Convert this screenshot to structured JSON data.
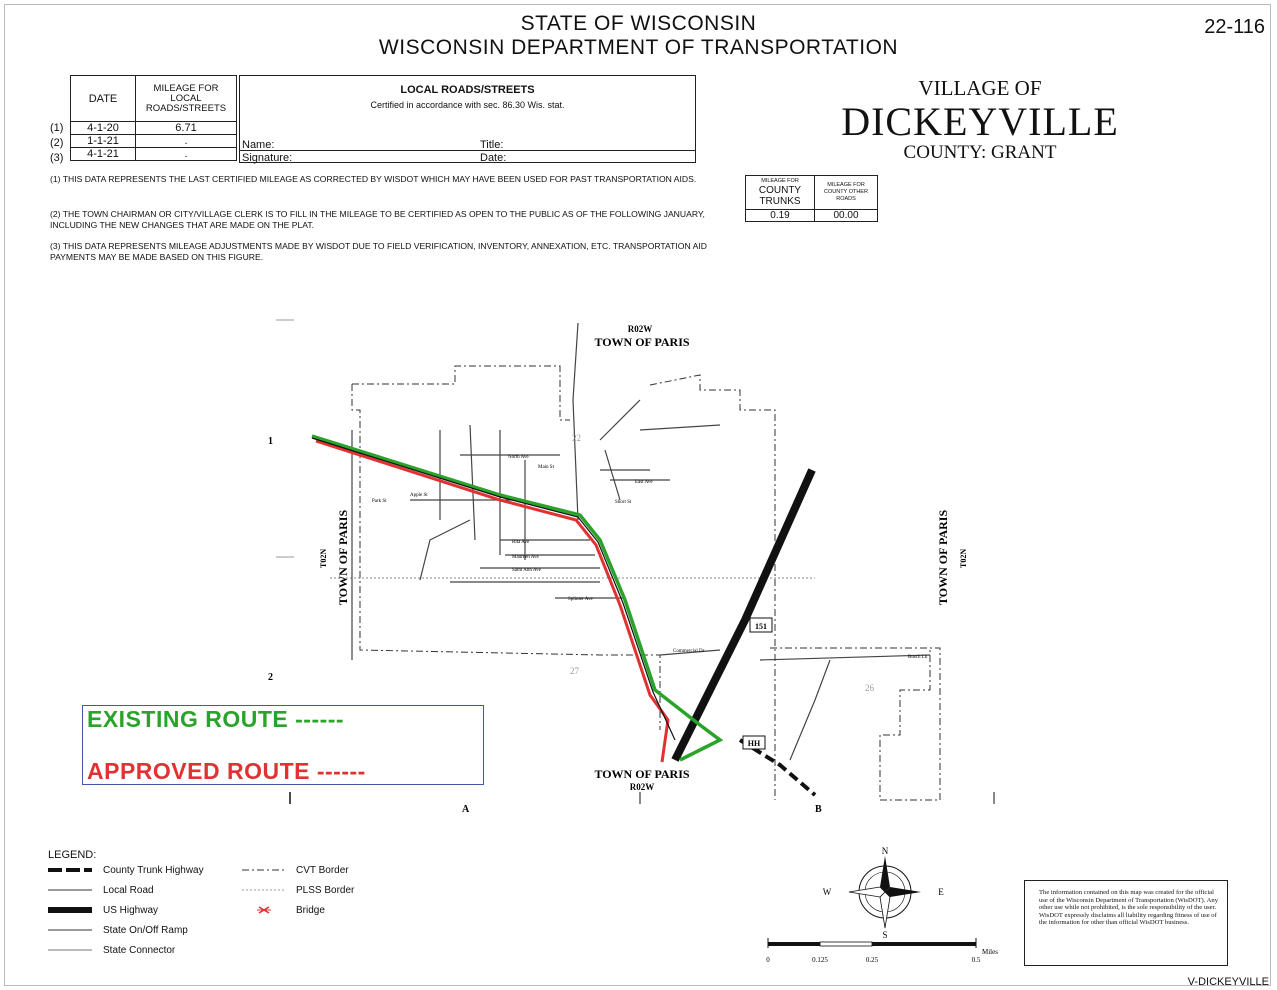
{
  "header": {
    "line1": "STATE OF WISCONSIN",
    "line2": "WISCONSIN DEPARTMENT OF TRANSPORTATION",
    "sheet_number": "22-116"
  },
  "municipality": {
    "prefix": "VILLAGE OF",
    "name": "DICKEYVILLE",
    "county": "COUNTY: GRANT"
  },
  "mileage_table": {
    "col_date": "DATE",
    "col_mileage": "MILEAGE FOR LOCAL ROADS/STREETS",
    "rows": [
      {
        "num": "(1)",
        "date": "4-1-20",
        "mileage": "6.71"
      },
      {
        "num": "(2)",
        "date": "1-1-21",
        "mileage": "."
      },
      {
        "num": "(3)",
        "date": "4-1-21",
        "mileage": "."
      }
    ]
  },
  "certification": {
    "title": "LOCAL ROADS/STREETS",
    "subtitle": "Certified in accordance with sec. 86.30 Wis. stat.",
    "name_label": "Name:",
    "title_label": "Title:",
    "signature_label": "Signature:",
    "date_label": "Date:"
  },
  "notes": [
    "(1) THIS DATA REPRESENTS THE LAST CERTIFIED MILEAGE AS CORRECTED BY WISDOT WHICH MAY HAVE BEEN USED FOR PAST TRANSPORTATION AIDS.",
    "(2) THE TOWN CHAIRMAN OR CITY/VILLAGE CLERK IS TO FILL IN THE MILEAGE TO BE CERTIFIED AS OPEN TO THE PUBLIC AS OF THE FOLLOWING JANUARY, INCLUDING THE NEW CHANGES THAT ARE MADE ON THE PLAT.",
    "(3) THIS DATA REPRESENTS MILEAGE ADJUSTMENTS MADE BY WISDOT DUE TO FIELD VERIFICATION, INVENTORY, ANNEXATION, ETC. TRANSPORTATION AID PAYMENTS MAY BE MADE BASED ON THIS FIGURE."
  ],
  "county_table": {
    "col1": "MILEAGE FOR",
    "col1b": "COUNTY TRUNKS",
    "col2": "MILEAGE FOR COUNTY OTHER ROADS",
    "val1": "0.19",
    "val2": "00.00"
  },
  "map": {
    "range_top": "R02W",
    "town_top": "TOWN OF PARIS",
    "range_bottom": "R02W",
    "town_bottom": "TOWN OF PARIS",
    "town_left": "TOWN OF PARIS",
    "township_left": "T02N",
    "town_right": "TOWN OF PARIS",
    "township_right": "T02N",
    "row1": "1",
    "row2": "2",
    "colA": "A",
    "colB": "B",
    "sections": [
      "22",
      "27",
      "26"
    ],
    "shields": {
      "us": "151",
      "county": "HH"
    },
    "streets": [
      "North Ave",
      "Main St",
      "East Ave",
      "Park St",
      "Apple St",
      "Rita Ave",
      "Maureen Ave",
      "Saint Ann Ave",
      "Splinter Ave",
      "Commercial Dr",
      "Busch Ln",
      "Short St"
    ],
    "route_colors": {
      "existing": "#2aa32a",
      "approved": "#e03232"
    }
  },
  "routes": {
    "existing": "EXISTING ROUTE ------",
    "approved": "APPROVED ROUTE ------"
  },
  "legend": {
    "title": "LEGEND:",
    "items": [
      {
        "label": "County Trunk Highway",
        "icon": "county-trunk-line"
      },
      {
        "label": "Local Road",
        "icon": "local-road-line"
      },
      {
        "label": "US Highway",
        "icon": "us-highway-line"
      },
      {
        "label": "State On/Off Ramp",
        "icon": "ramp-line"
      },
      {
        "label": "State Connector",
        "icon": "connector-line"
      },
      {
        "label": "CVT Border",
        "icon": "cvt-border-line"
      },
      {
        "label": "PLSS Border",
        "icon": "plss-border-line"
      },
      {
        "label": "Bridge",
        "icon": "bridge-icon"
      }
    ]
  },
  "compass": {
    "n": "N",
    "s": "S",
    "e": "E",
    "w": "W"
  },
  "scale": {
    "ticks": [
      "0",
      "0.125",
      "0.25",
      "0.5"
    ],
    "unit": "Miles"
  },
  "disclaimer": "The information contained on this map was created for the official use of the Wisconsin Department of Transportation (WisDOT). Any other use while not prohibited, is the sole responsibility of the user. WisDOT expressly disclaims all liability regarding fitness of use of the information for other than official WisDOT business.",
  "footer": "V-DICKEYVILLE"
}
